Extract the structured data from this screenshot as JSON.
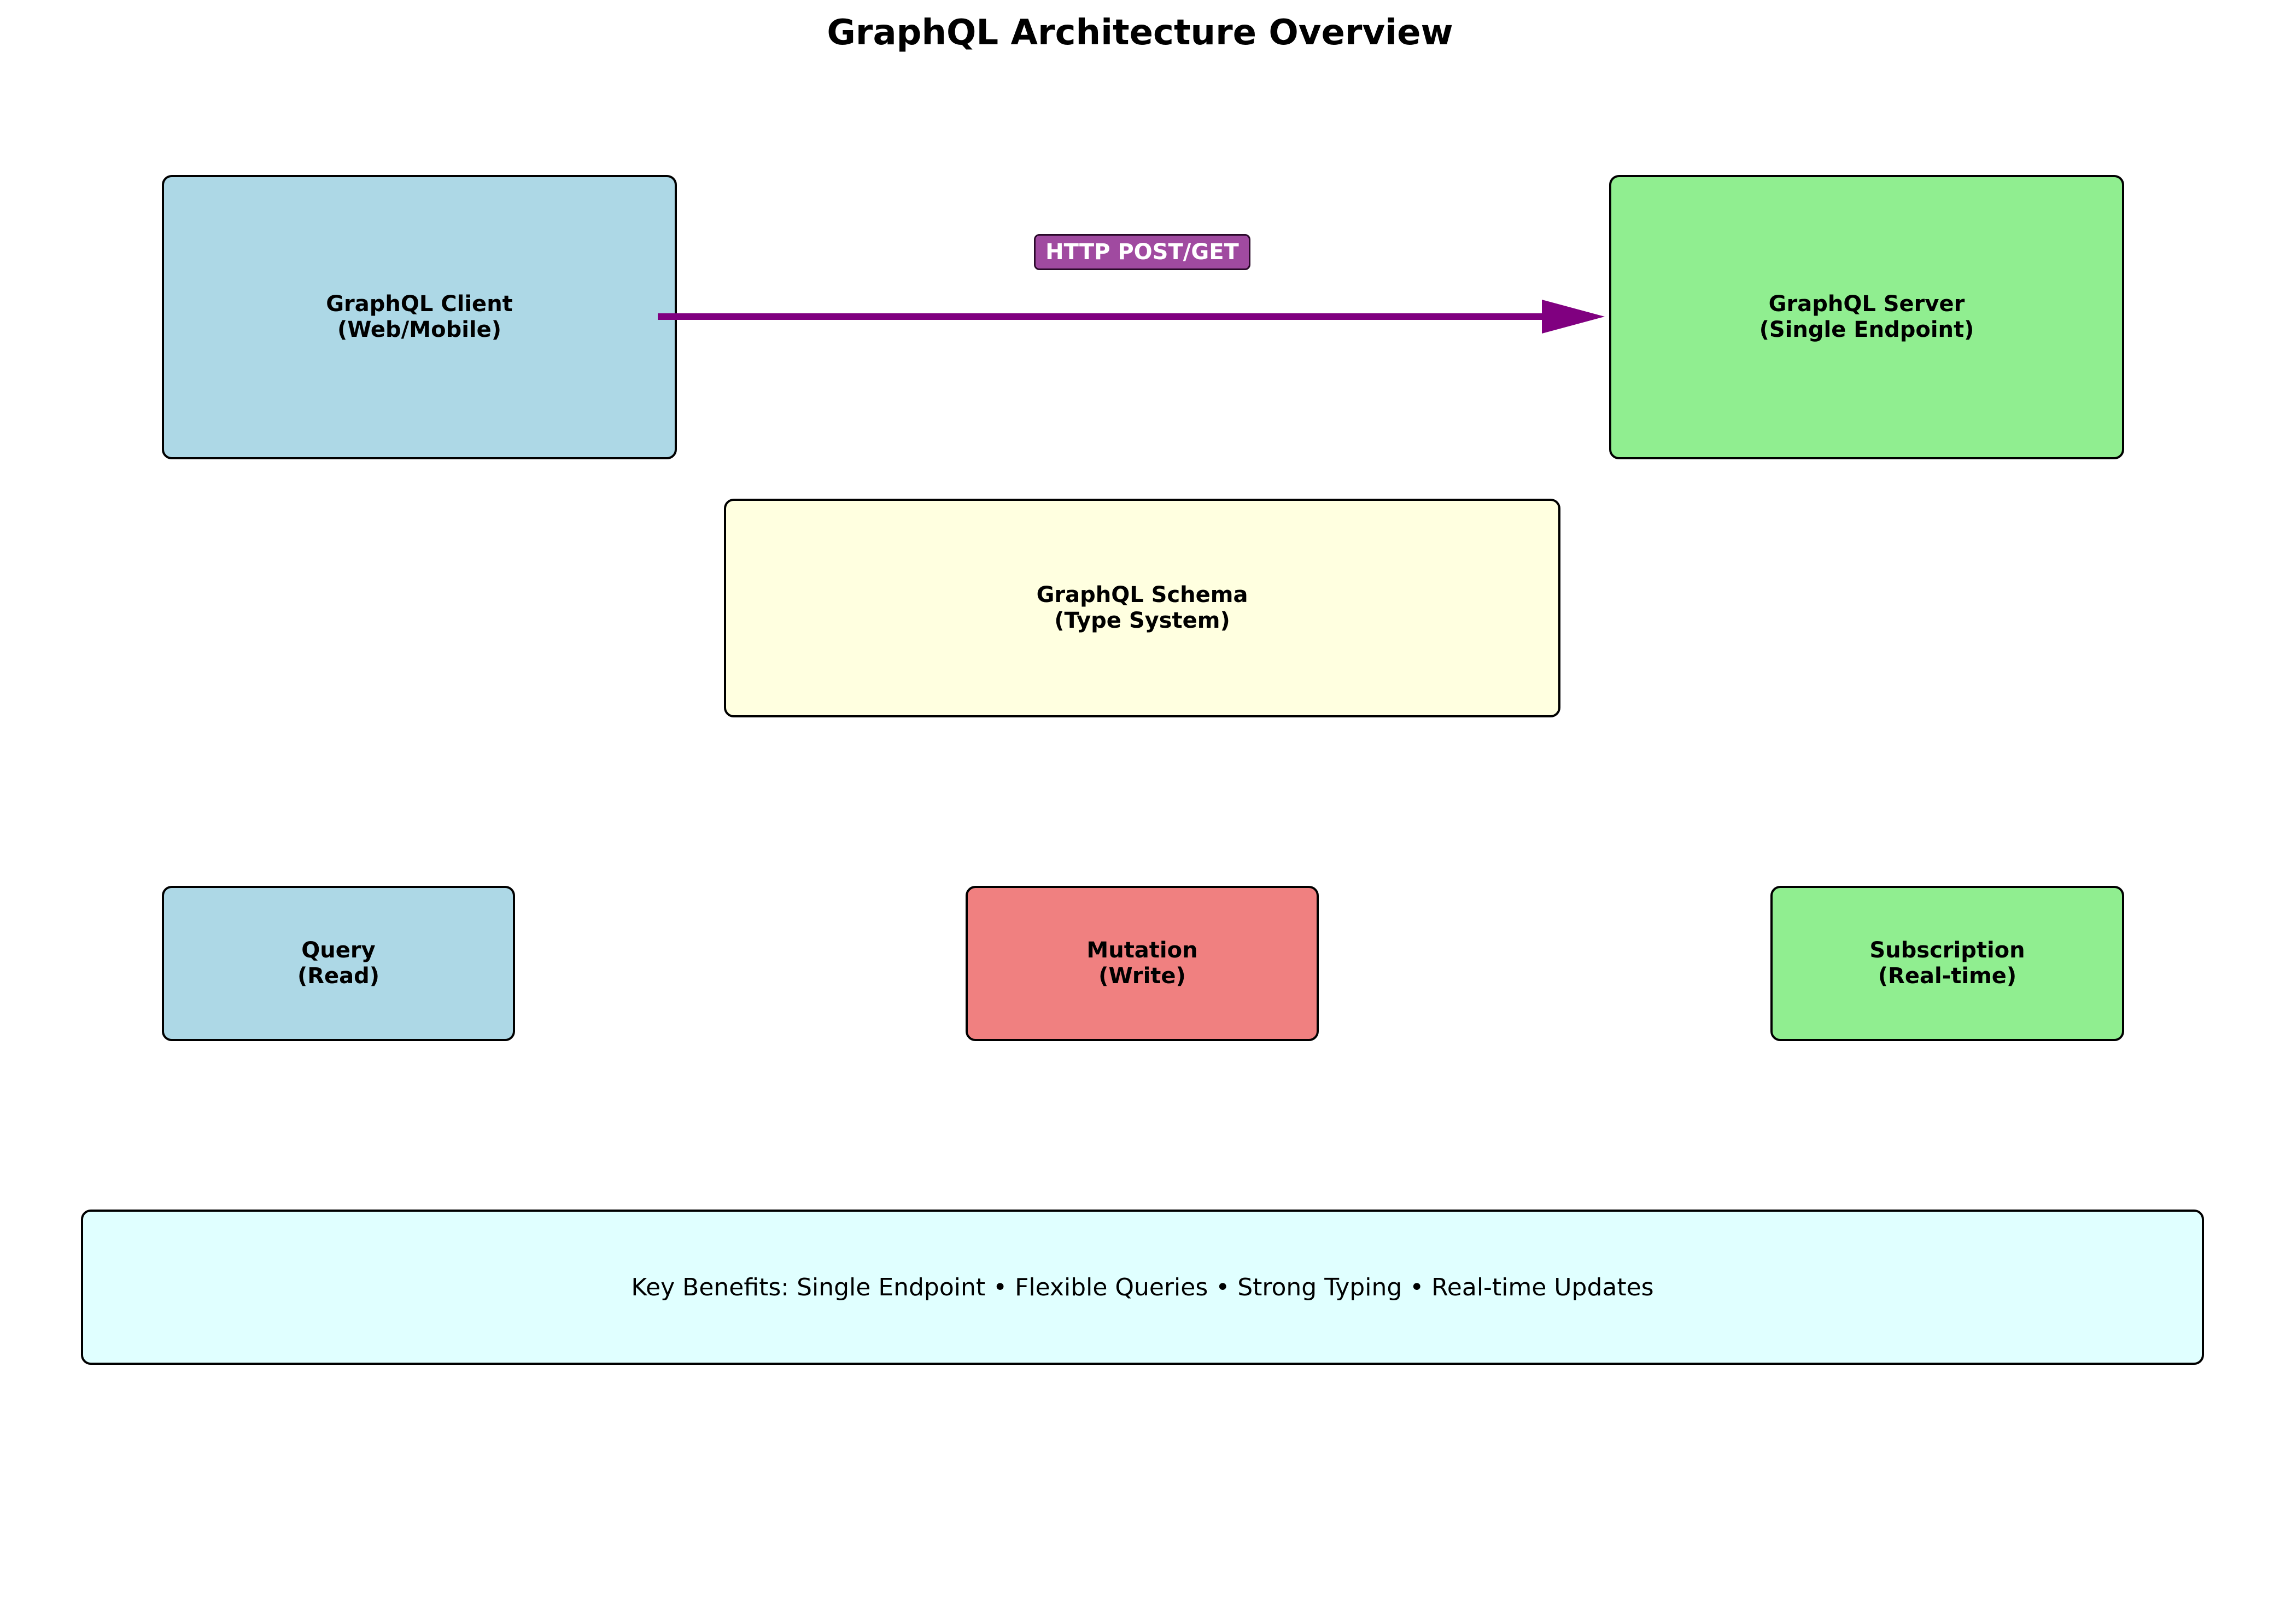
{
  "title": "GraphQL Architecture Overview",
  "nodes": {
    "client": {
      "label": "GraphQL Client\n(Web/Mobile)",
      "color": "#add8e6"
    },
    "server": {
      "label": "GraphQL Server\n(Single Endpoint)",
      "color": "#90ee90"
    },
    "schema": {
      "label": "GraphQL Schema\n(Type System)",
      "color": "#ffffe0"
    },
    "query": {
      "label": "Query\n(Read)",
      "color": "#add8e6"
    },
    "mutation": {
      "label": "Mutation\n(Write)",
      "color": "#f08080"
    },
    "subscription": {
      "label": "Subscription\n(Real-time)",
      "color": "#90ee90"
    }
  },
  "edges": [
    {
      "from": "client",
      "to": "server",
      "label": "HTTP POST/GET",
      "color": "#800080",
      "label_bg": "#a04aa0"
    }
  ],
  "benefits": {
    "text": "Key Benefits: Single Endpoint • Flexible Queries • Strong Typing • Real-time Updates",
    "color": "#e0ffff"
  }
}
